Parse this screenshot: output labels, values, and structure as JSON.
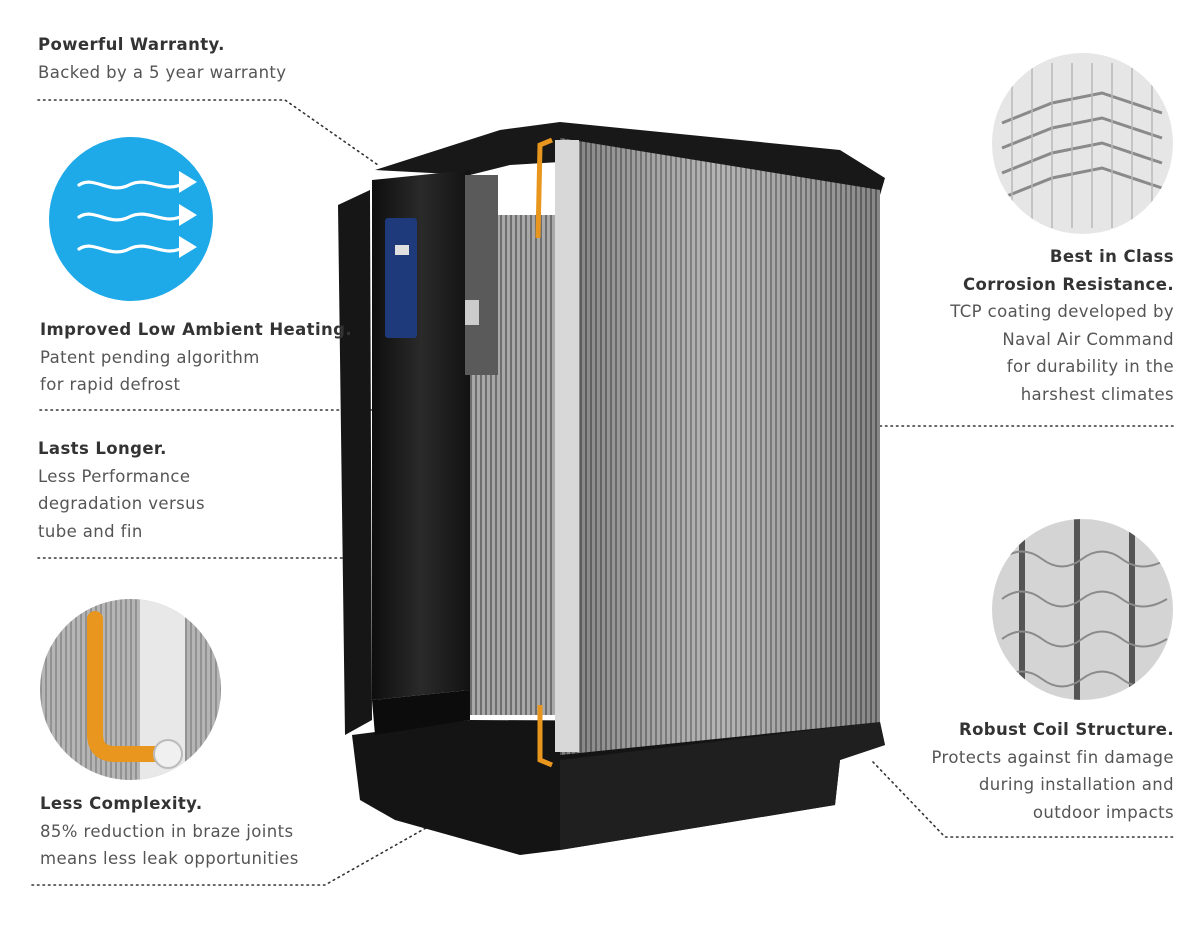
{
  "features": {
    "warranty": {
      "title": "Powerful Warranty.",
      "lines": [
        "Backed by a 5 year warranty"
      ]
    },
    "low_ambient": {
      "title": "Improved Low Ambient Heating.",
      "lines": [
        "Patent pending algorithm",
        "for rapid defrost"
      ]
    },
    "lasts_longer": {
      "title": "Lasts Longer.",
      "lines": [
        "Less Performance",
        "degradation versus",
        "tube and fin"
      ]
    },
    "less_complexity": {
      "title": "Less Complexity.",
      "lines": [
        "85% reduction in braze joints",
        "means less leak opportunities"
      ]
    },
    "corrosion": {
      "title_line1": "Best in Class",
      "title_line2": "Corrosion Resistance.",
      "lines": [
        "TCP coating developed by",
        "Naval Air Command",
        "for durability in the",
        "harshest climates"
      ]
    },
    "coil": {
      "title": "Robust Coil Structure.",
      "lines": [
        "Protects against fin damage",
        "during installation and",
        "outdoor impacts"
      ]
    }
  },
  "colors": {
    "accent_blue": "#1ea9e8",
    "copper_orange": "#e8961e",
    "unit_black": "#1a1a1a",
    "coil_gray": "#8e8e8e",
    "leader_line": "#333333"
  },
  "icons": {
    "airflow": "airflow-arrows-icon",
    "fin_closeup": "fin-closeup-image",
    "coil_closeup": "coil-closeup-image",
    "braze_joint": "braze-joint-image",
    "product": "heat-pump-unit-image"
  }
}
